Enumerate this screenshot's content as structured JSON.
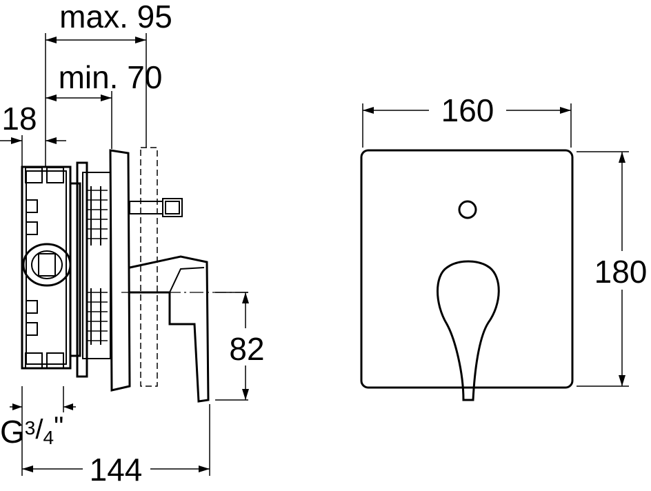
{
  "dimensions": {
    "max_depth": "max. 95",
    "min_depth": "min. 70",
    "wall_offset": "18",
    "connection_prefix": "G",
    "connection_num": "3",
    "connection_sep": "/",
    "connection_den": "4",
    "connection_suffix": "\"",
    "total_depth": "144",
    "lever_height": "82",
    "plate_width": "160",
    "plate_height": "180"
  }
}
